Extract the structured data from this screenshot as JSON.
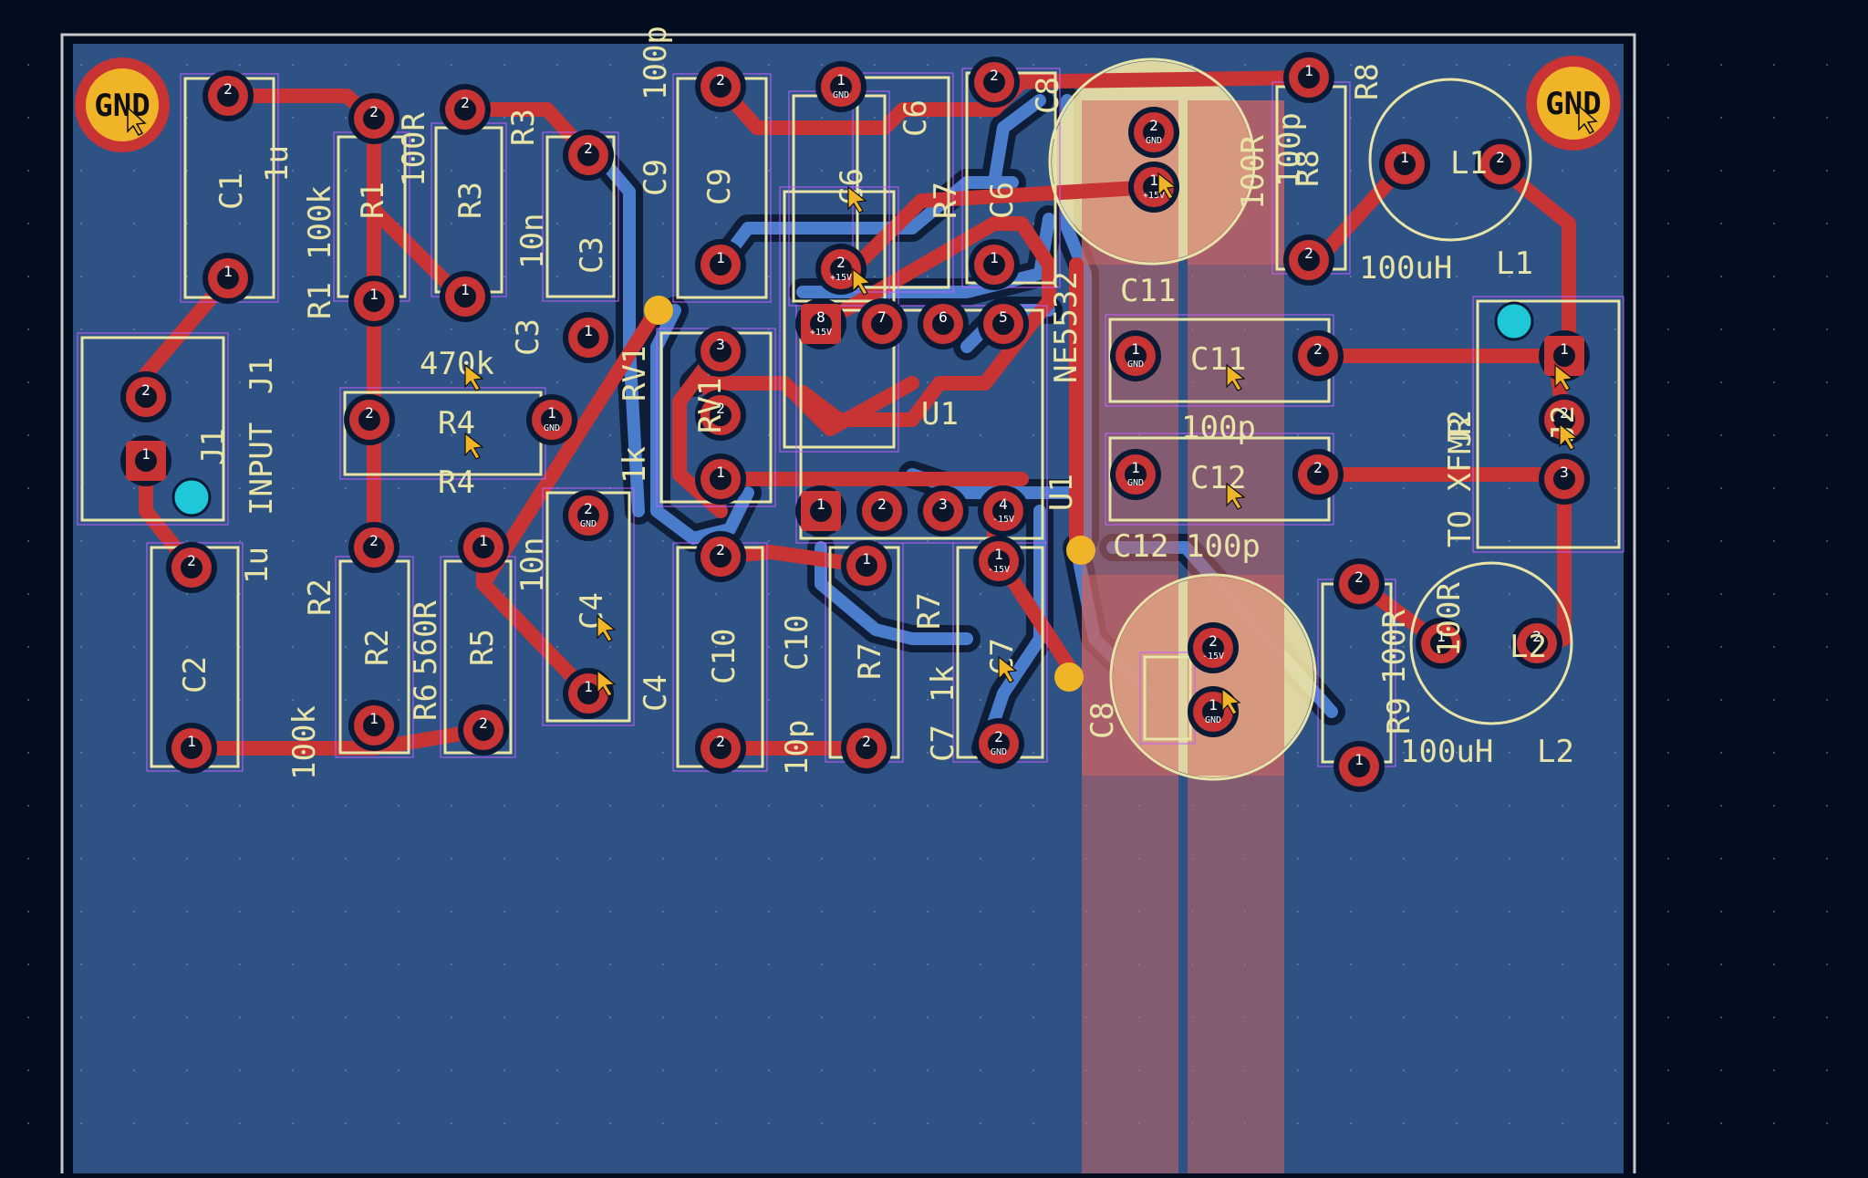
{
  "theme": {
    "background": "#020d1f",
    "board": "#2f5284",
    "edge": "#c8c8c8",
    "copper_front": "#c83434",
    "copper_back": "#4a7ccc",
    "silkscreen": "#e8e4a8",
    "pad": "#c83434",
    "via": "#f0b428",
    "courtyard": "#c060ff",
    "keepout": "#c86464"
  },
  "mounting_holes": [
    {
      "label": "GND"
    },
    {
      "label": "GND"
    }
  ],
  "references": {
    "C1": "C1",
    "C2": "C2",
    "C3": "C3",
    "C4": "C4",
    "C6": "C6",
    "C7": "C7",
    "C8": "C8",
    "C9": "C9",
    "C10": "C10",
    "C11": "C11",
    "C12": "C12",
    "R1": "R1",
    "R2": "R2",
    "R3": "R3",
    "R4": "R4",
    "R5": "R5",
    "R6": "R6",
    "R7": "R7",
    "R8": "R8",
    "R9": "R9",
    "U1": "U1",
    "J1": "J1",
    "J2": "J2",
    "L1": "L1",
    "L2": "L2",
    "RV1": "RV1"
  },
  "values": {
    "C1": "1u",
    "C2": "1u",
    "C3": "10n",
    "C4": "10n",
    "C9": "100p",
    "C10": "10p",
    "C11": "100p",
    "C12": "100p",
    "R1": "100k",
    "R2": "100k",
    "R3": "100R",
    "R4": "470k",
    "R5": "560R",
    "R7": "1k",
    "R8": "100R",
    "R9": "100R",
    "L1": "100uH",
    "L2": "100uH",
    "U1": "NE5532",
    "J1": "INPUT",
    "J2": "TO_XFMR",
    "RV1": "1k"
  },
  "pad_nets": {
    "gnd": "GND",
    "pos": "+15V",
    "neg": "-15V"
  },
  "pin_numbers": [
    "1",
    "2",
    "3",
    "4",
    "5",
    "6",
    "7",
    "8"
  ]
}
